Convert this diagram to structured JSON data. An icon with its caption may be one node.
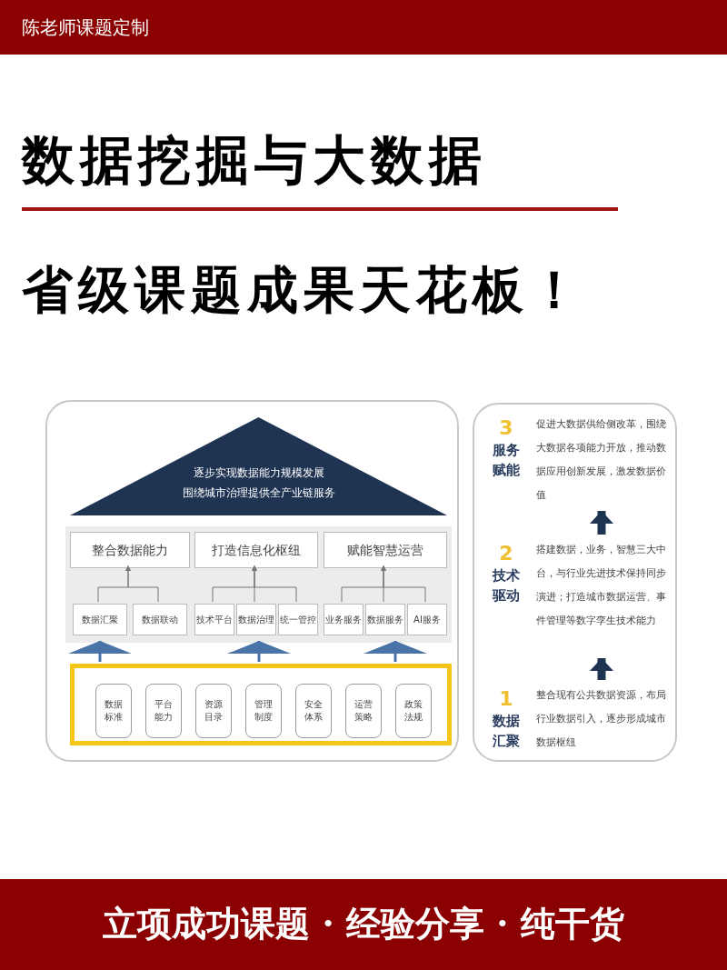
{
  "diagram": {
    "title": "数据挖掘与大数据",
    "nodes": [
      {
        "text": [],
        "shape": "box"
      },
      {
        "text": [
          "逐步实现数据能力规模发展",
          "围绕城市治理提供全产业链服务"
        ],
        "in": 0
      },
      {
        "text": [],
        "shape": "box",
        "in": 0
      },
      {
        "text": [
          "整合数据能力"
        ],
        "in": 2
      },
      {
        "text": [
          "打造信息化枢纽"
        ],
        "in": 2
      },
      {
        "text": [
          "赋能智慧运营"
        ],
        "in": 2
      },
      {
        "text": [
          "数据汇聚"
        ],
        "in": 2
      },
      {
        "text": [
          "数据联动"
        ],
        "in": 2
      },
      {
        "text": [
          "技术平台"
        ],
        "in": 2
      },
      {
        "text": [
          "数据治理"
        ],
        "in": 2
      },
      {
        "text": [
          "统一管控"
        ],
        "in": 2
      },
      {
        "text": [
          "业务服务"
        ],
        "in": 2
      },
      {
        "text": [
          "数据服务"
        ],
        "in": 2
      },
      {
        "text": [
          "AI服务"
        ],
        "in": 2
      },
      {
        "text": [],
        "shape": "box",
        "in": 0
      },
      {
        "text": [
          "数据标准"
        ],
        "in": 14
      },
      {
        "text": [
          "平台能力"
        ],
        "in": 14
      },
      {
        "text": [
          "资源目录"
        ],
        "in": 14
      },
      {
        "text": [
          "管理制度"
        ],
        "in": 14
      },
      {
        "text": [
          "安全体系"
        ],
        "in": 14
      },
      {
        "text": [
          "运营策略"
        ],
        "in": 14
      },
      {
        "text": [
          "政策法规"
        ],
        "in": 14
      },
      {
        "text": [],
        "shape": "box"
      },
      {
        "text": [
          "3",
          "服务赋能",
          "促进大数据供给侧改革，围绕大数据各项能力开放，推动数据应用创新发展，激发数据价值"
        ],
        "in": 22
      },
      {
        "text": [
          "2",
          "技术驱动",
          "搭建数据，业务，智慧三大中台，与行业先进技术保持同步演进；打造城市数据运营、事件管理等数字孪生技术能力"
        ],
        "in": 22
      },
      {
        "text": [
          "1",
          "数据汇聚",
          "整合现有公共数据资源，布局行业数据引入，逐步形成城市数据枢纽"
        ],
        "in": 22
      }
    ],
    "edges": [
      {
        "from": 6,
        "to": 3,
        "arrow": "to"
      },
      {
        "from": 7,
        "to": 3,
        "arrow": "to"
      },
      {
        "from": 8,
        "to": 4,
        "arrow": "to"
      },
      {
        "from": 9,
        "to": 4,
        "arrow": "to"
      },
      {
        "from": 10,
        "to": 4,
        "arrow": "to"
      },
      {
        "from": 11,
        "to": 5,
        "arrow": "to"
      },
      {
        "from": 12,
        "to": 5,
        "arrow": "to"
      },
      {
        "from": 13,
        "to": 5,
        "arrow": "to"
      },
      {
        "from": 14,
        "to": 2,
        "arrow": "to",
        "style": "thick",
        "color": "#4a74a8"
      },
      {
        "from": 14,
        "to": 2,
        "arrow": "to",
        "style": "thick",
        "color": "#4a74a8"
      },
      {
        "from": 14,
        "to": 2,
        "arrow": "to",
        "style": "thick",
        "color": "#4a74a8"
      },
      {
        "from": 25,
        "to": 24,
        "arrow": "to",
        "style": "thick",
        "color": "#1f3352"
      },
      {
        "from": 24,
        "to": 23,
        "arrow": "to",
        "style": "thick",
        "color": "#1f3352"
      }
    ],
    "labels": [
      "陈老师课题定制",
      "省级课题成果天花板！",
      "立项成功课题 · 经验分享 · 纯干货"
    ]
  }
}
